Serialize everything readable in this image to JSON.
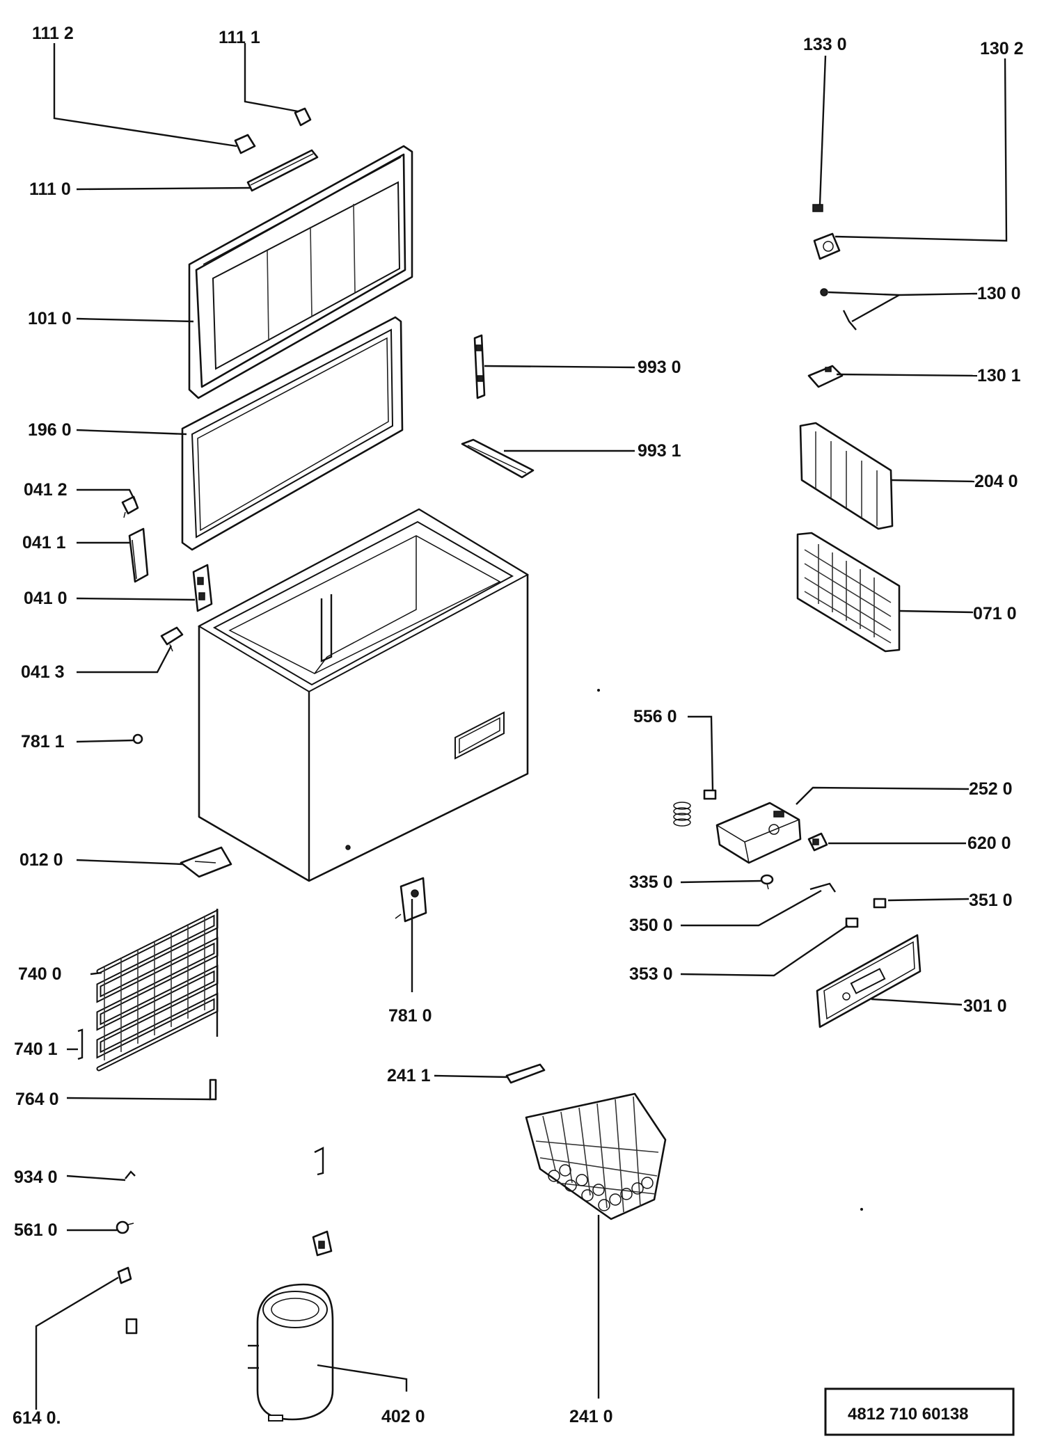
{
  "diagram": {
    "doc_number": "4812 710 60138",
    "labels": [
      {
        "id": "111_2",
        "text": "111 2"
      },
      {
        "id": "111_1",
        "text": "111  1"
      },
      {
        "id": "111_0",
        "text": "111 0"
      },
      {
        "id": "101_0",
        "text": "101 0"
      },
      {
        "id": "196_0",
        "text": "196 0"
      },
      {
        "id": "041_2",
        "text": "041 2"
      },
      {
        "id": "041_1",
        "text": "041 1"
      },
      {
        "id": "041_0",
        "text": "041 0"
      },
      {
        "id": "041_3",
        "text": "041 3"
      },
      {
        "id": "781_1",
        "text": "781 1"
      },
      {
        "id": "012_0",
        "text": "012 0"
      },
      {
        "id": "740_0",
        "text": "740 0"
      },
      {
        "id": "740_1",
        "text": "740 1"
      },
      {
        "id": "764_0",
        "text": "764 0"
      },
      {
        "id": "934_0",
        "text": "934 0"
      },
      {
        "id": "561_0",
        "text": "561 0"
      },
      {
        "id": "614_0",
        "text": "614 0."
      },
      {
        "id": "402_0",
        "text": "402  0"
      },
      {
        "id": "241_0",
        "text": "241  0"
      },
      {
        "id": "241_1",
        "text": "241 1"
      },
      {
        "id": "781_0",
        "text": "781 0"
      },
      {
        "id": "993_0",
        "text": "993 0"
      },
      {
        "id": "993_1",
        "text": "993 1"
      },
      {
        "id": "133_0",
        "text": "133  0"
      },
      {
        "id": "130_2",
        "text": "130 2"
      },
      {
        "id": "130_0",
        "text": "130 0"
      },
      {
        "id": "130_1",
        "text": "130 1"
      },
      {
        "id": "204_0",
        "text": "204 0"
      },
      {
        "id": "071_0",
        "text": "071 0"
      },
      {
        "id": "556_0",
        "text": "556 0"
      },
      {
        "id": "252_0",
        "text": "252 0"
      },
      {
        "id": "620_0",
        "text": "620 0"
      },
      {
        "id": "335_0",
        "text": "335 0"
      },
      {
        "id": "350_0",
        "text": "350 0"
      },
      {
        "id": "351_0",
        "text": "351 0"
      },
      {
        "id": "353_0",
        "text": "353 0"
      },
      {
        "id": "301_0",
        "text": "301 0"
      }
    ]
  }
}
